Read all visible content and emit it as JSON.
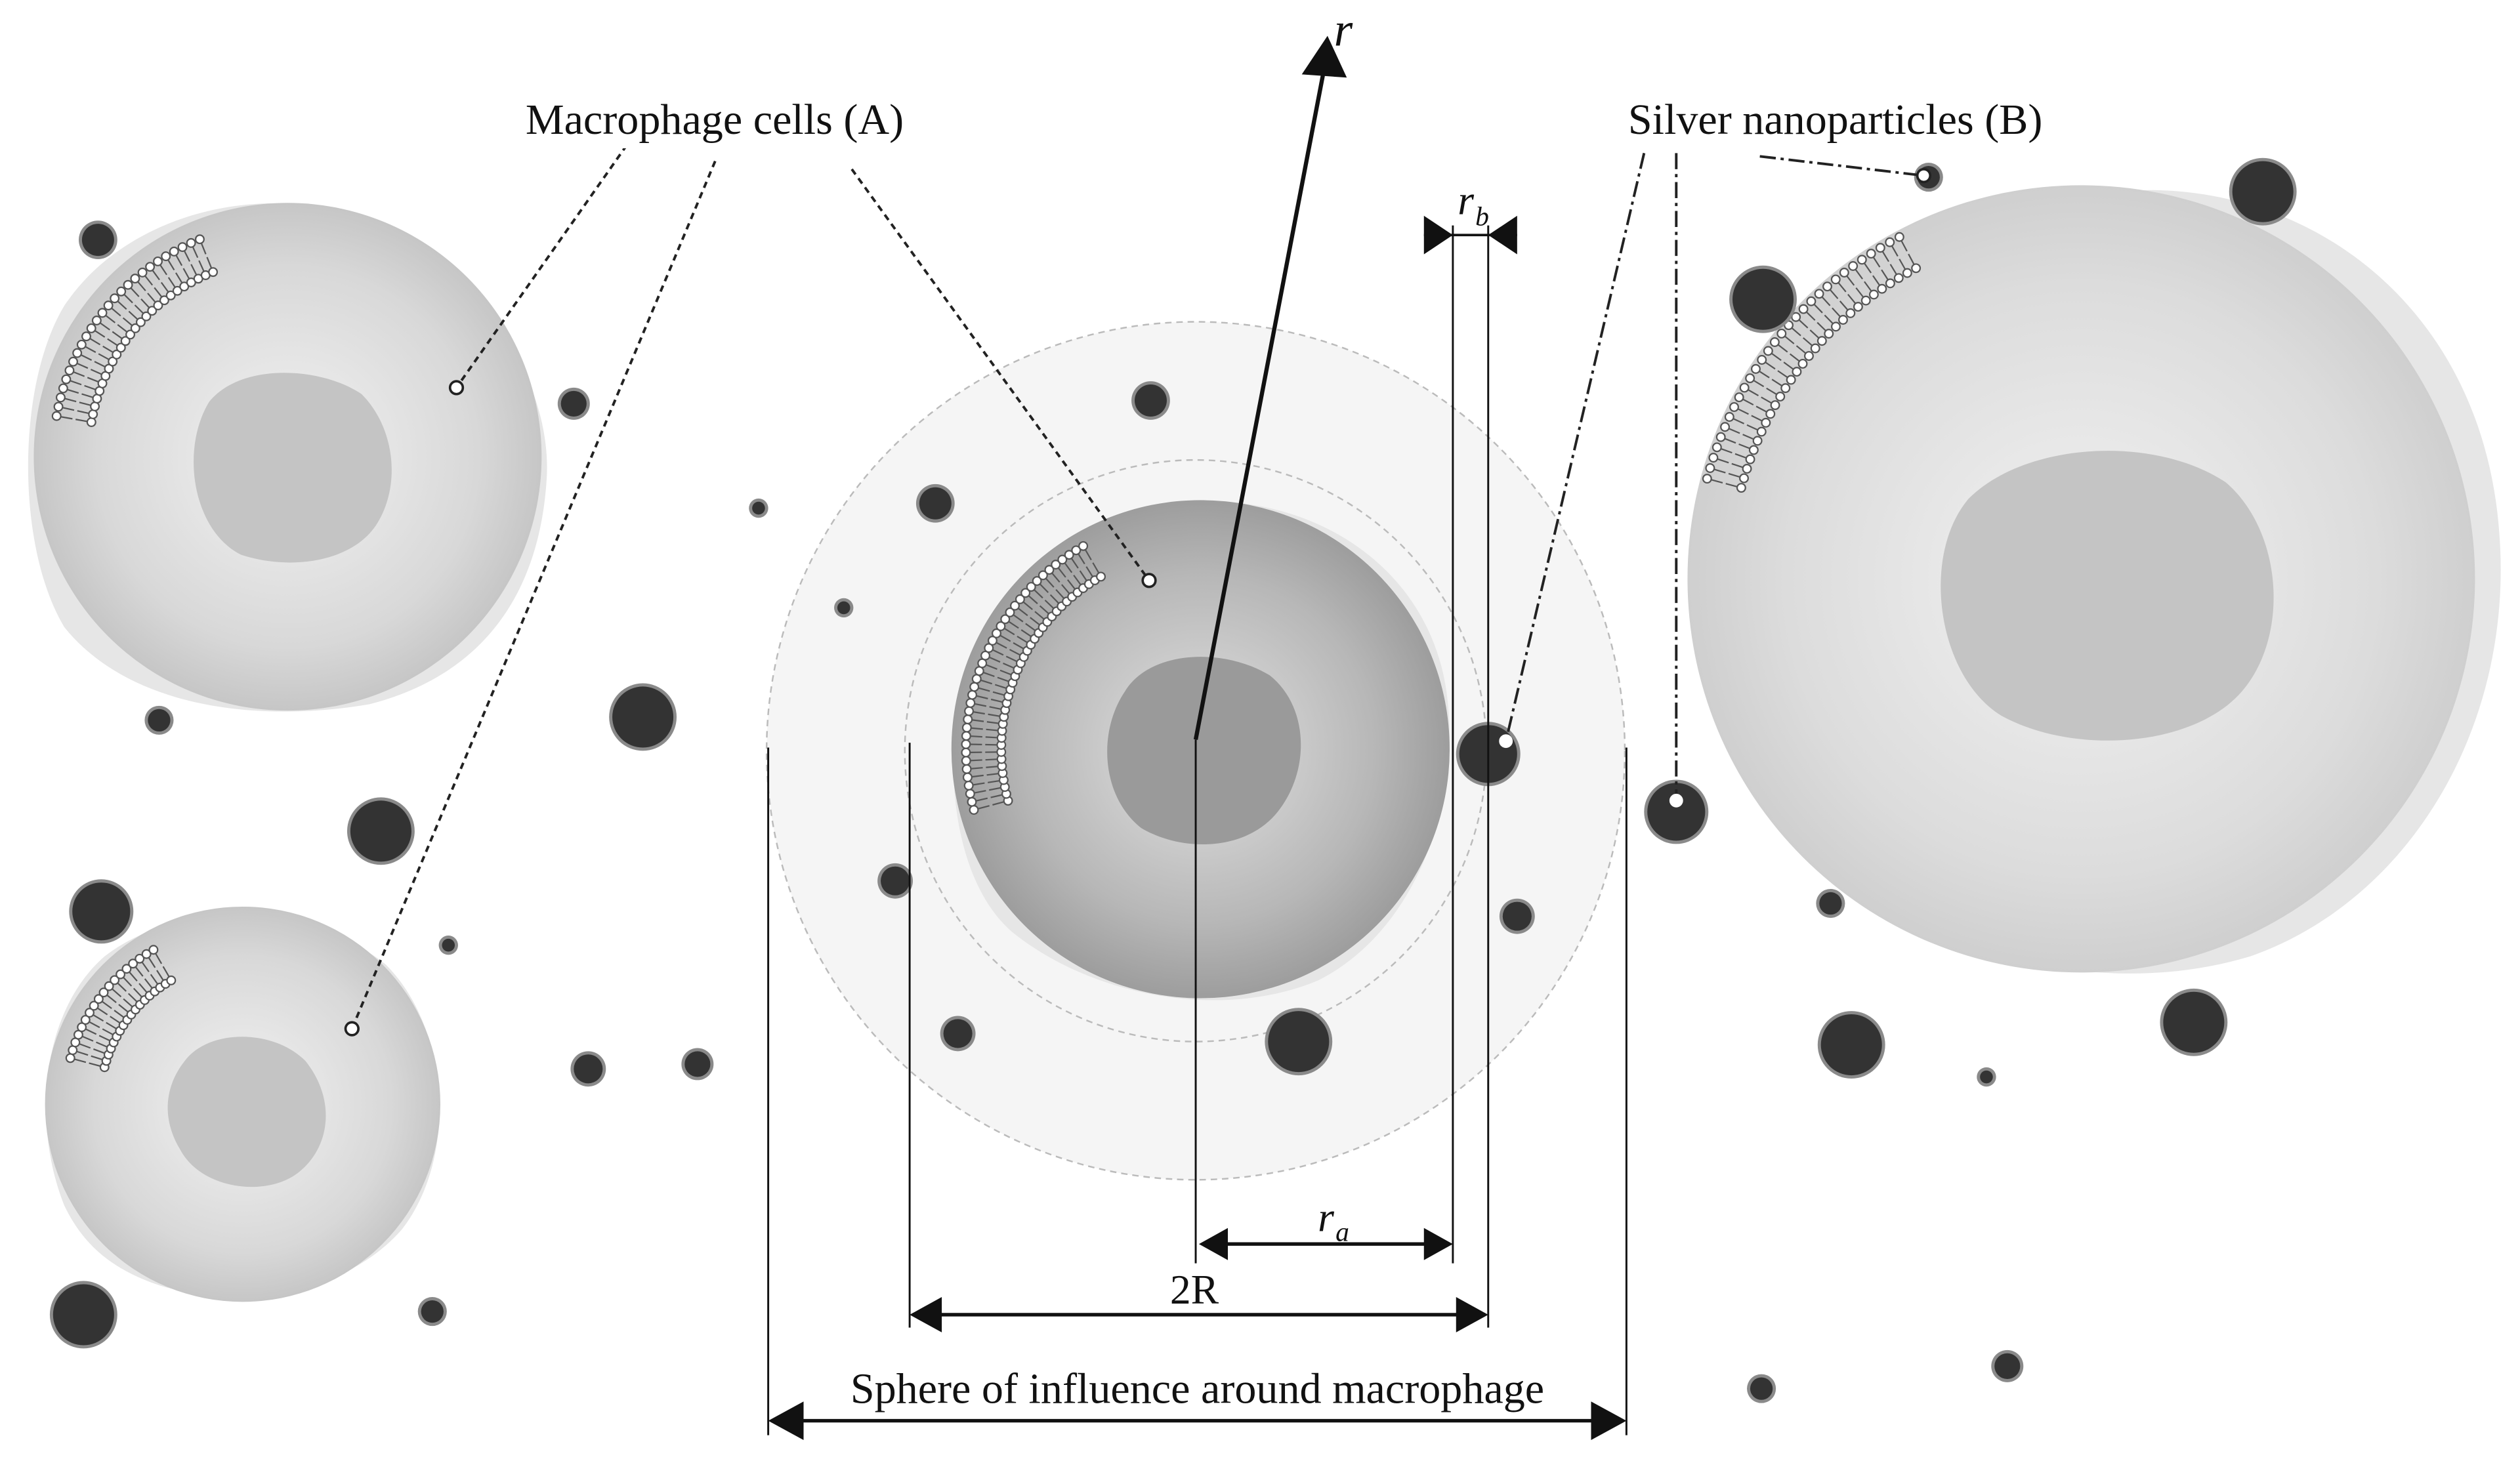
{
  "labels": {
    "macrophage_cells": "Macrophage cells (A)",
    "silver_nanoparticles": "Silver nanoparticles (B)",
    "axis_r": "r",
    "r_b_main": "r",
    "r_b_sub": "b",
    "r_a_main": "r",
    "r_a_sub": "a",
    "two_R": "2R",
    "sphere_of_influence": "Sphere of influence around macrophage"
  },
  "colors": {
    "nanoparticle_core": "#333333",
    "nanoparticle_halo": "#8a8a8a",
    "cell_membrane": "#e6e6e6",
    "cell_body_light": "#ececec",
    "cell_body_dark": "#bdbdbd",
    "center_cell_dark": "#999999",
    "nucleus": "#c4c4c4",
    "center_nucleus": "#9a9a9a",
    "influence_sphere": "#f5f5f5",
    "line": "#111111"
  },
  "icons": {
    "nanoparticle": "nanoparticle-icon",
    "lipid_bilayer": "lipid-bilayer-icon",
    "arrowhead": "arrowhead-icon"
  }
}
